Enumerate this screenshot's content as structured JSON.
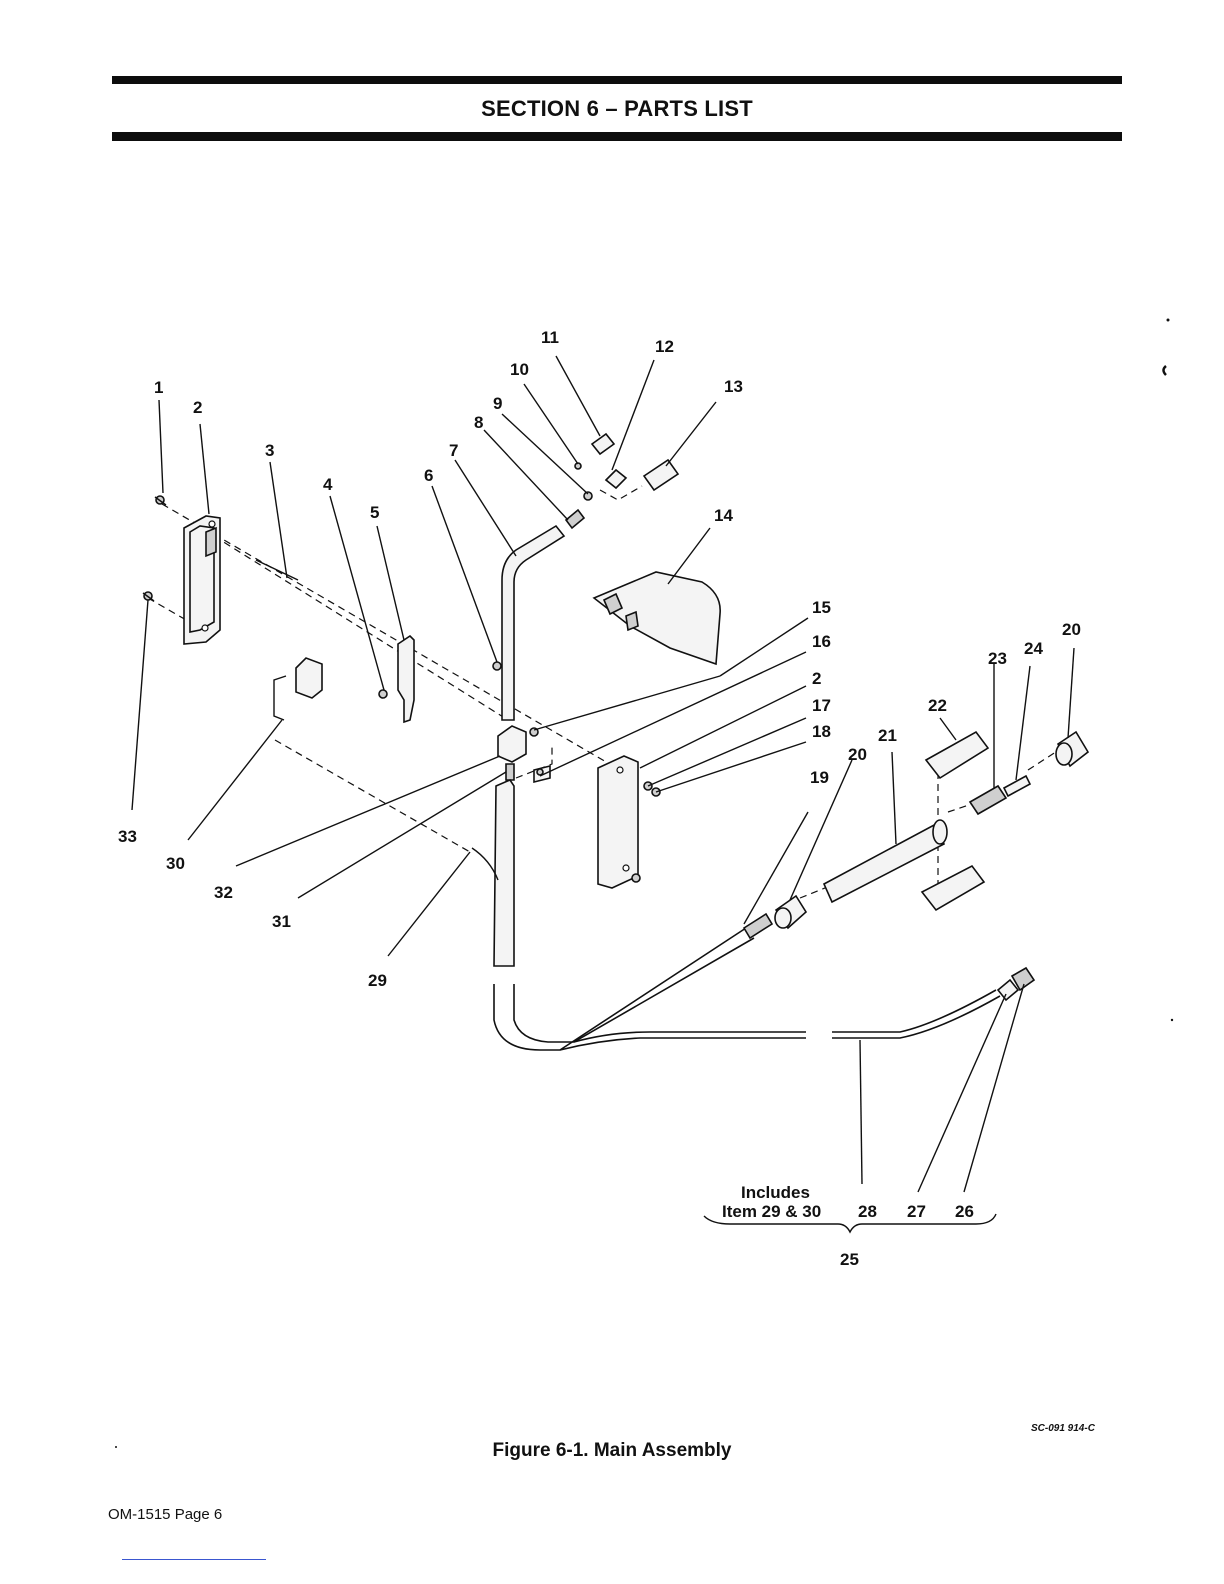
{
  "header": {
    "section_title": "SECTION 6 – PARTS LIST"
  },
  "figure": {
    "callouts": {
      "c1": "1",
      "c2": "2",
      "c3": "3",
      "c4": "4",
      "c5": "5",
      "c6": "6",
      "c7": "7",
      "c8": "8",
      "c9": "9",
      "c10": "10",
      "c11": "11",
      "c12": "12",
      "c13": "13",
      "c14": "14",
      "c15": "15",
      "c16": "16",
      "c17": "17",
      "c18": "18",
      "c19": "19",
      "c20": "20",
      "c21": "21",
      "c22": "22",
      "c23": "23",
      "c24": "24",
      "c25": "25",
      "c26": "26",
      "c27": "27",
      "c28": "28",
      "c29": "29",
      "c30": "30",
      "c31": "31",
      "c32": "32",
      "c33": "33"
    },
    "includes_line1": "Includes",
    "includes_line2": "Item 29 & 30",
    "caption": "Figure 6-1. Main Assembly",
    "drawing_number": "SC-091 914-C"
  },
  "footer": {
    "page_label": "OM-1515 Page 6"
  }
}
